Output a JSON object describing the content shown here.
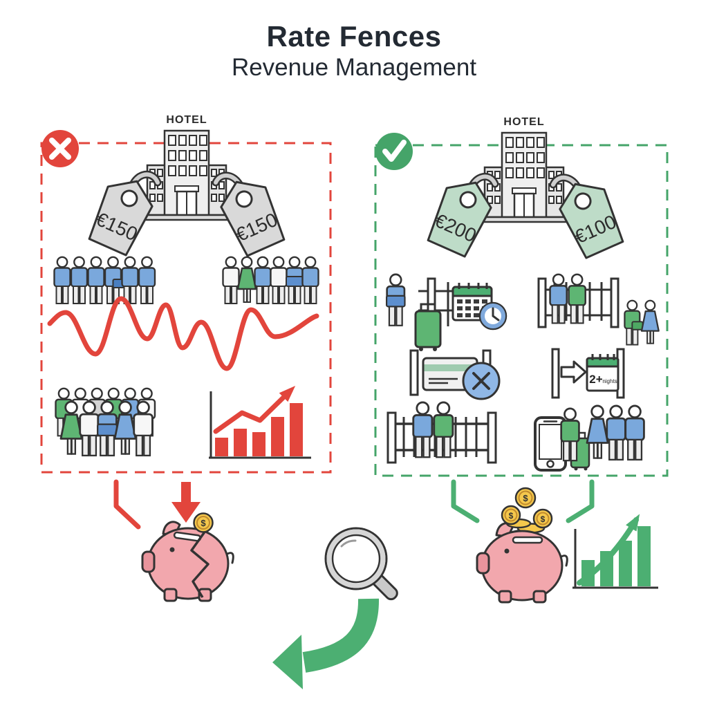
{
  "header": {
    "title": "Rate Fences",
    "subtitle": "Revenue Management"
  },
  "left_panel": {
    "meaning": "single-price-no-fences",
    "hotel_label": "HOTEL",
    "tags": [
      "€150",
      "€150"
    ],
    "bar_chart": {
      "values": [
        27,
        40,
        35,
        57,
        77
      ]
    },
    "groups": {
      "row1_left": [
        "m:blue",
        "m:blue",
        "m:blue",
        "b:blue",
        "m:blue",
        "m:blue"
      ],
      "row1_right": [
        "m:white",
        "w:green",
        "m:blue",
        "m:white",
        "l:blue",
        "m:blue"
      ],
      "crowd_back": [
        "m:green",
        "m:white",
        "m:gray",
        "m:green",
        "m:blue",
        "m:white"
      ],
      "crowd_front": [
        "w:green",
        "m:white",
        "l:blue",
        "w:blue",
        "m:white"
      ]
    }
  },
  "right_panel": {
    "meaning": "segmented-prices-with-fences",
    "hotel_label": "HOTEL",
    "tags": [
      "€200",
      "€100"
    ],
    "calendar_label_big": "2+",
    "calendar_label_small": "nights",
    "bar_chart": {
      "values": [
        38,
        51,
        66,
        87
      ]
    },
    "groups": {
      "host": [
        "l:blue"
      ],
      "fence_pair": [
        "m:blue",
        "m:green"
      ],
      "couple": [
        "g:green",
        "w:blue"
      ],
      "long_fence_pair": [
        "m:blue",
        "m:green"
      ],
      "traveler": [
        "m:green"
      ],
      "guests": [
        "w:blue",
        "m:blue",
        "m:blue"
      ]
    }
  },
  "coins": {
    "symbol": "$"
  },
  "colors": {
    "red": "#e2453c",
    "green": "#45a469",
    "chart_green": "#4caf72",
    "tag_gray": "#d9d9d9",
    "tag_green": "#bedcc8",
    "card_stripe": "#9fcbaf",
    "blue_accent": "#8fb7e6",
    "piggy_pink": "#f2a7ad",
    "piggy_snout": "#e8949c",
    "coin_gold": "#f5c84c",
    "ink": "#333333",
    "people": {
      "blue": "#7aa8dc",
      "green": "#5eb573",
      "white": "#f7f7f7",
      "gray": "#d3d3d3"
    }
  }
}
